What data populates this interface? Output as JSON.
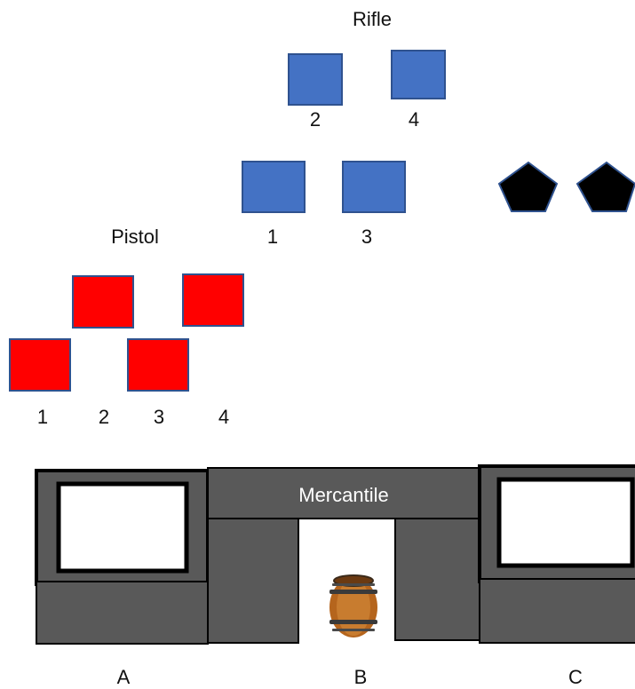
{
  "rifle": {
    "title": "Rifle",
    "labels": [
      "2",
      "4",
      "1",
      "3"
    ],
    "color": "#4472C4"
  },
  "pistol": {
    "title": "Pistol",
    "labels": [
      "1",
      "2",
      "3",
      "4"
    ],
    "color": "#FF0000"
  },
  "pentagons": {
    "count": 2,
    "color": "#000000"
  },
  "building": {
    "sign": "Mercantile",
    "wall_color": "#595959",
    "window_color": "#ffffff"
  },
  "barrel": {
    "icon": "barrel-icon"
  },
  "positions": {
    "labels": [
      "A",
      "B",
      "C"
    ]
  }
}
